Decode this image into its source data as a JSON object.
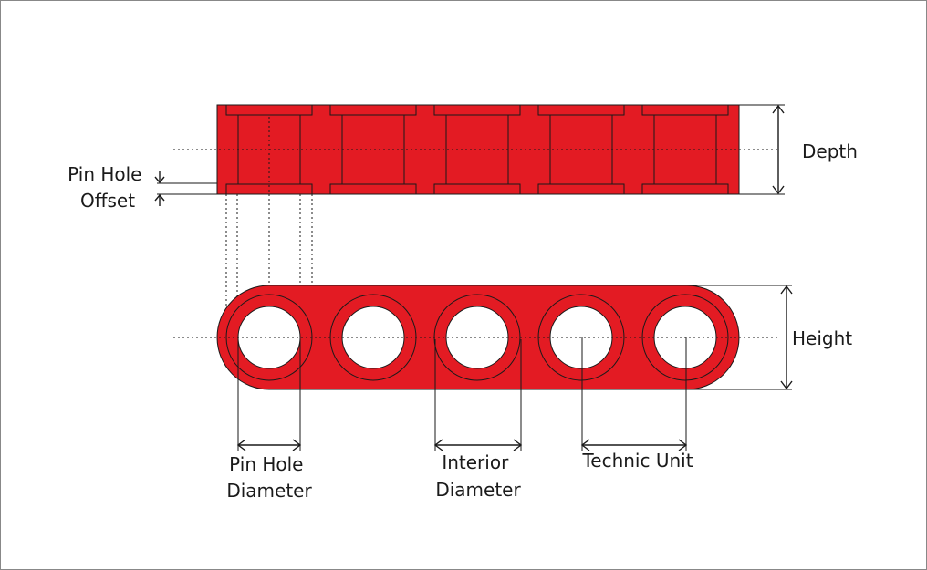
{
  "colors": {
    "beam": "#e31b23",
    "line": "#1a1a1a",
    "background": "#ffffff",
    "frame": "#888888"
  },
  "labels": {
    "pin_hole_offset": [
      "Pin Hole",
      "Offset"
    ],
    "depth": "Depth",
    "height": "Height",
    "pin_hole_diameter": [
      "Pin Hole",
      "Diameter"
    ],
    "interior_diameter": [
      "Interior",
      "Diameter"
    ],
    "technic_unit": "Technic Unit"
  },
  "beam": {
    "hole_count": 5
  }
}
